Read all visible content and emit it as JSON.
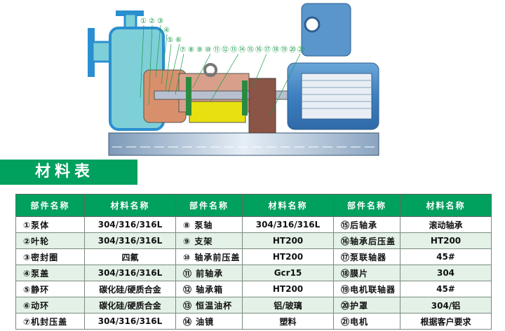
{
  "diagram": {
    "callouts": [
      "①",
      "②",
      "③",
      "④",
      "⑤",
      "⑥",
      "⑦",
      "⑧",
      "⑨",
      "⑩",
      "⑪",
      "⑫",
      "⑬",
      "⑭",
      "⑮",
      "⑯",
      "⑰",
      "⑱",
      "⑲",
      "⑳",
      "㉑"
    ]
  },
  "banner": {
    "title": "材料表"
  },
  "table": {
    "headers": [
      "部件名称",
      "材料名称",
      "部件名称",
      "材料名称",
      "部件名称",
      "材料名称"
    ],
    "rows": [
      [
        "①泵体",
        "304/316/316L",
        "⑧ 泵轴",
        "304/316/316L",
        "⑮后轴承",
        "滚动轴承"
      ],
      [
        "②叶轮",
        "304/316/316L",
        "⑨ 支架",
        "HT200",
        "⑯轴承后压盖",
        "HT200"
      ],
      [
        "③密封圈",
        "四氟",
        "⑩ 轴承前压盖",
        "HT200",
        "⑰泵联轴器",
        "45#"
      ],
      [
        "④泵盖",
        "304/316/316L",
        "⑪ 前轴承",
        "Gcr15",
        "⑱膜片",
        "304"
      ],
      [
        "⑤静环",
        "碳化硅/硬质合金",
        "⑫ 轴承箱",
        "HT200",
        "⑲电机联轴器",
        "45#"
      ],
      [
        "⑥动环",
        "碳化硅/硬质合金",
        "⑬ 恒温油杯",
        "铝/玻璃",
        "⑳护罩",
        "304/铝"
      ],
      [
        "⑦机封压盖",
        "304/316/316L",
        "⑭ 油镜",
        "塑料",
        "㉑电机",
        "根据客户要求"
      ]
    ]
  },
  "colors": {
    "accent": "#00a05e",
    "row_alt": "#e3f1e6"
  }
}
